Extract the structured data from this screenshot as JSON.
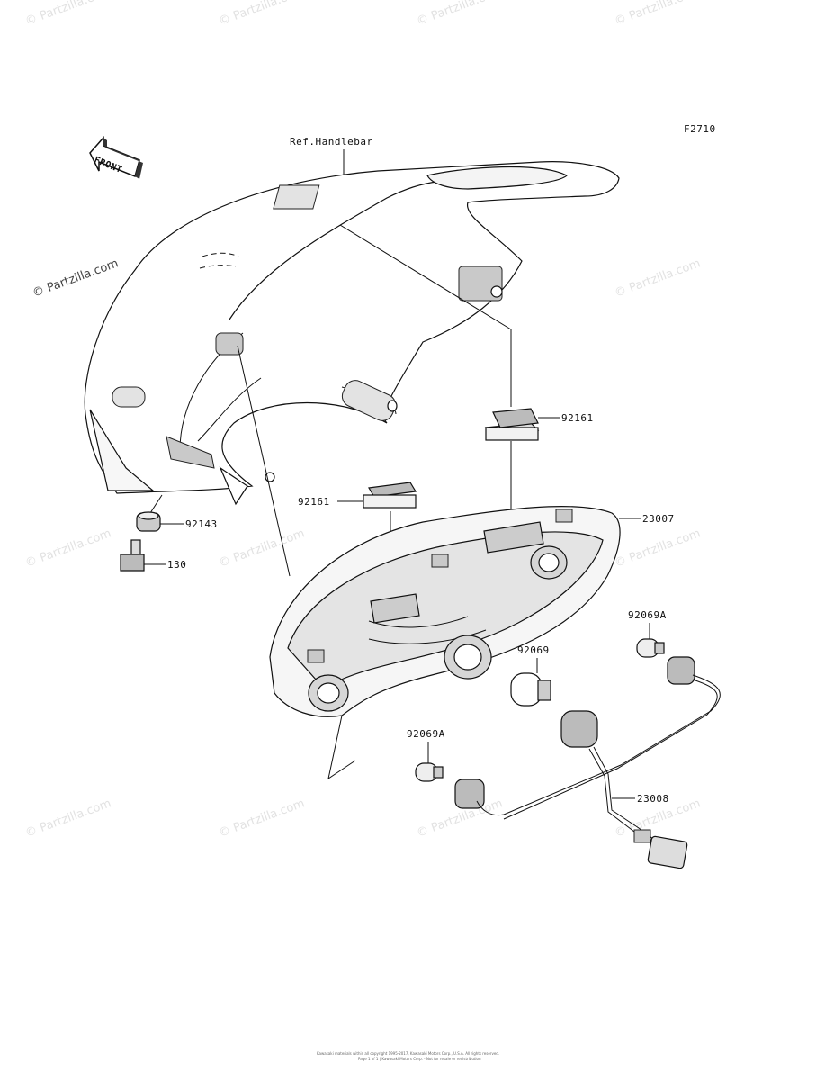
{
  "figure_id": "F2710",
  "front_arrow": "FRONT",
  "ref_label": "Ref.Handlebar",
  "parts": {
    "p92161_upper": "92161",
    "p92161_lower": "92161",
    "p23007": "23007",
    "p92143": "92143",
    "p130": "130",
    "p92069A_right": "92069A",
    "p92069": "92069",
    "p92069A_left": "92069A",
    "p23008": "23008"
  },
  "watermark": "© Partzilla.com",
  "footer": {
    "line1": "Kawasaki materials within all copyright 1995-2017, Kawasaki Motors Corp., U.S.A. All rights reserved.",
    "line2": "Page 1 of 1 | Kawasaki Motors Corp. - Not for resale or redistribution"
  }
}
